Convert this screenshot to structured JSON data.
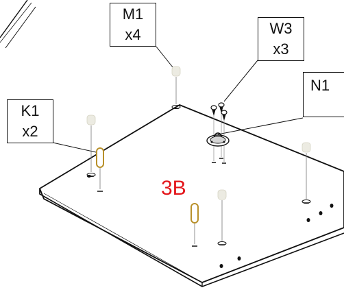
{
  "step": {
    "label": "3B",
    "color": "#e3151a"
  },
  "parts": {
    "m1": {
      "code": "M1",
      "qty": "x4"
    },
    "w3": {
      "code": "W3",
      "qty": "x3"
    },
    "n1": {
      "code": "N1"
    },
    "k1": {
      "code": "K1",
      "qty": "x2"
    }
  },
  "colors": {
    "outline": "#111111",
    "dowel": "#b8902a",
    "cam_bolt": "#ecebe2"
  }
}
